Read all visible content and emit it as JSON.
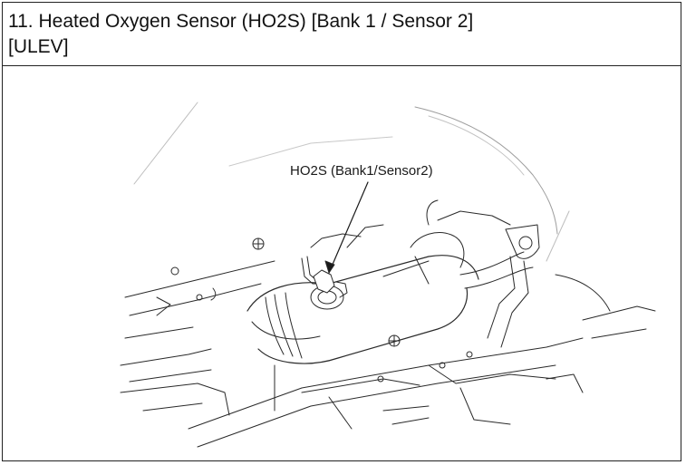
{
  "title": {
    "line1": "11. Heated Oxygen Sensor (HO2S) [Bank 1 / Sensor 2]",
    "line2": "[ULEV]"
  },
  "diagram": {
    "callout": "HO2S (Bank1/Sensor2)"
  }
}
